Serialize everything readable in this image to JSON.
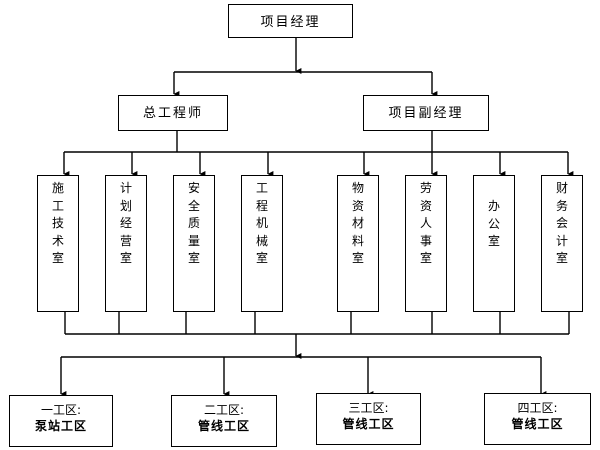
{
  "diagram": {
    "type": "org-chart",
    "root": {
      "label": "项目经理"
    },
    "level2": [
      {
        "label": "总工程师"
      },
      {
        "label": "项目副经理"
      }
    ],
    "departments": [
      {
        "label": "施工技术室",
        "chars": [
          "施",
          "工",
          "技",
          "术",
          "室"
        ],
        "parent": "总工程师"
      },
      {
        "label": "计划经营室",
        "chars": [
          "计",
          "划",
          "经",
          "营",
          "室"
        ],
        "parent": "总工程师"
      },
      {
        "label": "安全质量室",
        "chars": [
          "安",
          "全",
          "质",
          "量",
          "室"
        ],
        "parent": "总工程师"
      },
      {
        "label": "工程机械室",
        "chars": [
          "工",
          "程",
          "机",
          "械",
          "室"
        ],
        "parent": "总工程师"
      },
      {
        "label": "物资材料室",
        "chars": [
          "物",
          "资",
          "材",
          "料",
          "室"
        ],
        "parent": "项目副经理"
      },
      {
        "label": "劳资人事室",
        "chars": [
          "劳",
          "资",
          "人",
          "事",
          "室"
        ],
        "parent": "项目副经理"
      },
      {
        "label": "办公室",
        "chars": [
          "办",
          "公",
          "室"
        ],
        "parent": "项目副经理"
      },
      {
        "label": "财务会计室",
        "chars": [
          "财",
          "务",
          "会",
          "计",
          "室"
        ],
        "parent": "项目副经理"
      }
    ],
    "work_zones": [
      {
        "line1": "一工区:",
        "line2": "泵站工区"
      },
      {
        "line1": "二工区:",
        "line2": "管线工区"
      },
      {
        "line1": "三工区:",
        "line2": "管线工区"
      },
      {
        "line1": "四工区:",
        "line2": "管线工区"
      }
    ]
  }
}
